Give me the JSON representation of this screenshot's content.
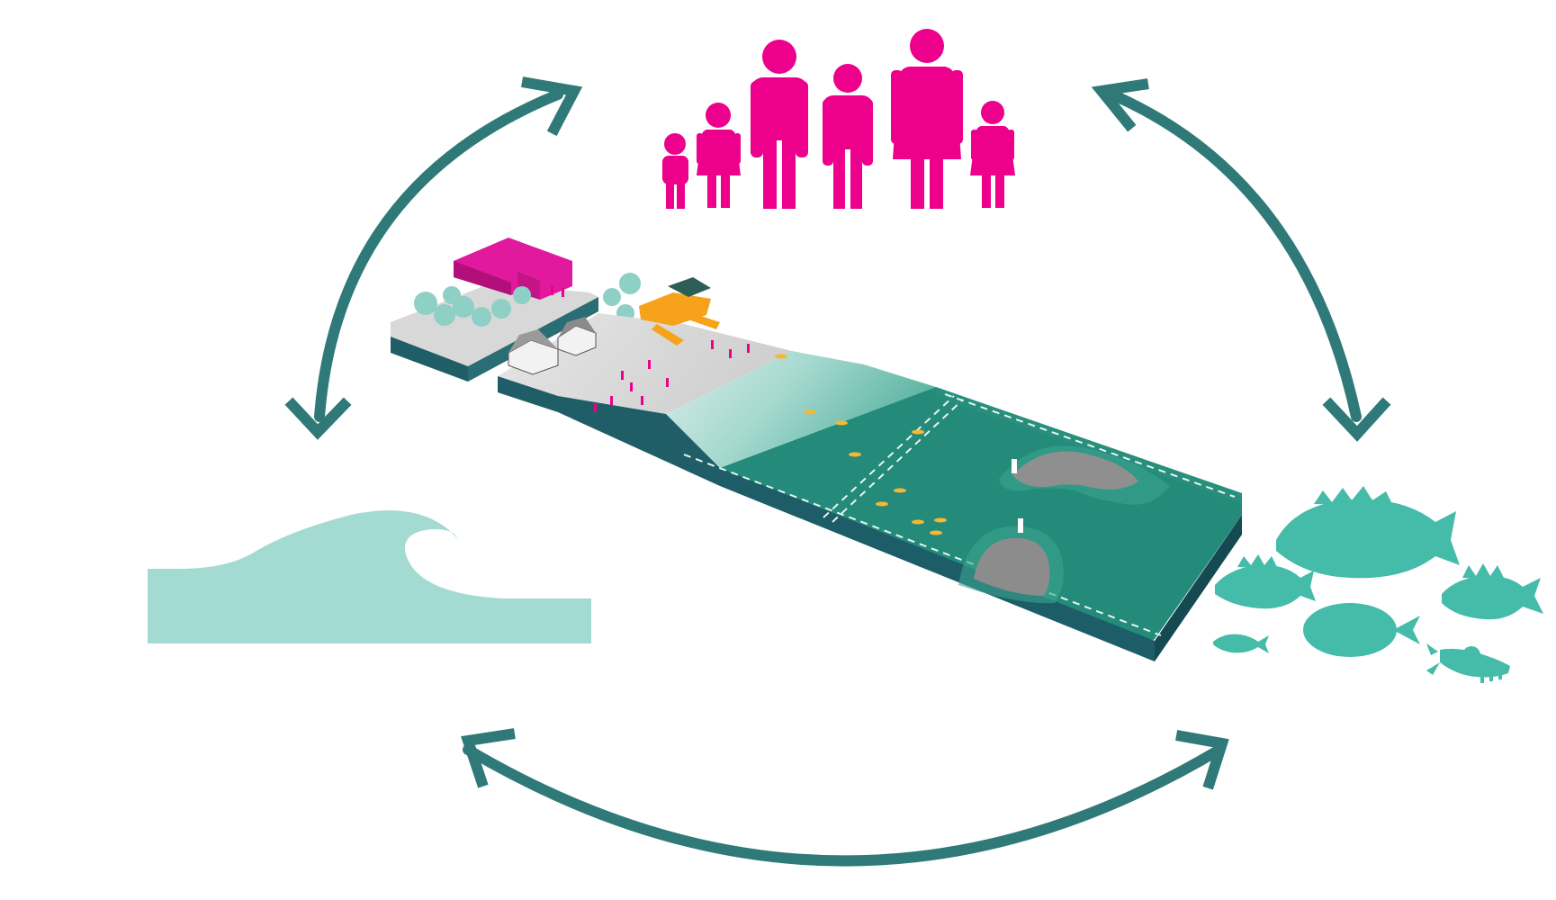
{
  "diagram": {
    "type": "cycle",
    "nodes": [
      {
        "id": "people",
        "icon": "family-people-icon"
      },
      {
        "id": "fish",
        "icon": "fish-and-lobster-icon"
      },
      {
        "id": "wave",
        "icon": "wave-icon"
      },
      {
        "id": "coast",
        "icon": "coastal-section-illustration"
      }
    ],
    "links": [
      {
        "from": "people",
        "to": "fish",
        "direction": "both"
      },
      {
        "from": "fish",
        "to": "wave",
        "direction": "both"
      },
      {
        "from": "wave",
        "to": "people",
        "direction": "both"
      }
    ]
  },
  "colors": {
    "arrow": "#2f7a78",
    "people": "#ec008c",
    "wave": "#a3dad2",
    "fish": "#45bba9",
    "sea": "#248a79",
    "sea_edge": "#1c5d68",
    "shallow": "#a8dfd6",
    "land": "#dcdcdc",
    "land_side": "#1f5e66",
    "building": "#e0199d",
    "pavilion": "#f7a21b",
    "tree": "#8ecfc6"
  }
}
